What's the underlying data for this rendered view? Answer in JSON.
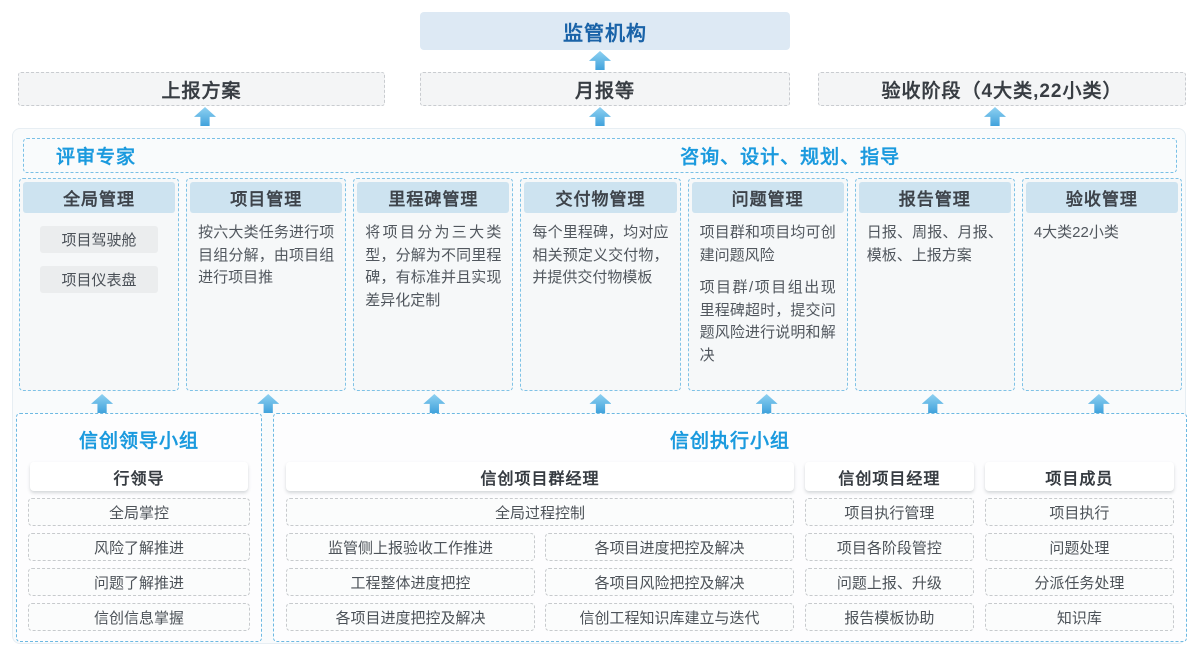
{
  "colors": {
    "accent_blue_titles": "#1b9ade",
    "regulator_text_blue": "#1a63a8",
    "regulator_bg": "#dde9f4",
    "column_header_bg": "#cde3f0",
    "arrow_blue": "#41a2dc",
    "dashed_blue_border": "#79c0e6",
    "dashed_gray_border": "#c9ccd0"
  },
  "top": {
    "regulator_label": "监管机构"
  },
  "report_row": {
    "plan": "上报方案",
    "monthly": "月报等",
    "acceptance": "验收阶段（4大类,22小类）"
  },
  "main": {
    "left_header": "评审专家",
    "right_header": "咨询、设计、规划、指导",
    "columns": [
      {
        "title": "全局管理",
        "items": [
          "项目驾驶舱",
          "项目仪表盘"
        ]
      },
      {
        "title": "项目管理",
        "desc": "按六大类任务进行项目组分解，由项目组进行项目推"
      },
      {
        "title": "里程碑管理",
        "desc": "将项目分为三大类型，分解为不同里程碑，有标准并且实现差异化定制"
      },
      {
        "title": "交付物管理",
        "desc": "每个里程碑，均对应相关预定义交付物，并提供交付物模板"
      },
      {
        "title": "问题管理",
        "desc": "项目群和项目均可创建问题风险",
        "desc2": "项目群/项目组出现里程碑超时，提交问题风险进行说明和解决"
      },
      {
        "title": "报告管理",
        "desc": "日报、周报、月报、模板、上报方案"
      },
      {
        "title": "验收管理",
        "desc": "4大类22小类"
      }
    ]
  },
  "leader_group": {
    "title": "信创领导小组",
    "role": "行领导",
    "items": [
      "全局掌控",
      "风险了解推进",
      "问题了解推进",
      "信创信息掌握"
    ]
  },
  "exec_group": {
    "title": "信创执行小组",
    "program_manager": {
      "role": "信创项目群经理",
      "full_item": "全局过程控制",
      "col1": [
        "监管侧上报验收工作推进",
        "工程整体进度把控",
        "各项目进度把控及解决"
      ],
      "col2": [
        "各项目进度把控及解决",
        "各项目风险把控及解决",
        "信创工程知识库建立与迭代"
      ]
    },
    "project_manager": {
      "role": "信创项目经理",
      "items": [
        "项目执行管理",
        "项目各阶段管控",
        "问题上报、升级",
        "报告模板协助"
      ]
    },
    "member": {
      "role": "项目成员",
      "items": [
        "项目执行",
        "问题处理",
        "分派任务处理",
        "知识库"
      ]
    }
  }
}
